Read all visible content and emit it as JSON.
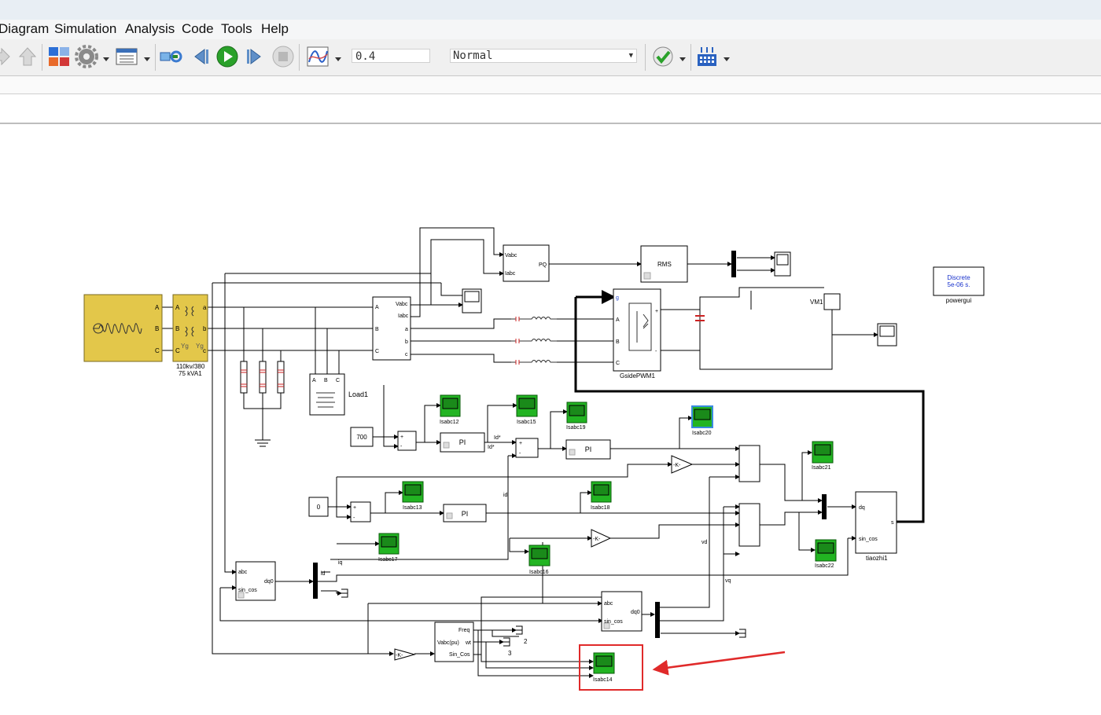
{
  "menu": {
    "items": [
      {
        "label": "Diagram"
      },
      {
        "label": "Simulation"
      },
      {
        "label": "Analysis"
      },
      {
        "label": "Code"
      },
      {
        "label": "Tools"
      },
      {
        "label": "Help"
      }
    ]
  },
  "toolbar": {
    "stop_time": "0.4",
    "sim_mode": "Normal"
  },
  "diagram": {
    "source_transformer": {
      "label_line1": "110kv/380",
      "label_line2": "75 kVA1"
    },
    "port_a": "A",
    "port_b": "B",
    "port_c": "C",
    "port_a_low": "a",
    "port_b_low": "b",
    "port_c_low": "c",
    "port_yg": "Yg",
    "port_yg2": "Yg",
    "meas": {
      "vabc": "Vabc",
      "iabc": "Iabc",
      "a": "a",
      "b": "b",
      "c": "c",
      "A": "A",
      "B": "B",
      "C": "C"
    },
    "pq": {
      "vabc": "Vabc",
      "iabc": "Iabc",
      "pq": "PQ"
    },
    "rms": "RMS",
    "vm1": "VM1",
    "gside": {
      "label": "GsidePWM1",
      "g": "g",
      "a": "A",
      "b": "B",
      "c": "C",
      "plus": "+",
      "minus": "-"
    },
    "load": {
      "label": "Load1",
      "a": "A",
      "b": "B",
      "c": "C"
    },
    "powergui": {
      "line1": "Discrete",
      "line2": "5e-06 s.",
      "label": "powergui"
    },
    "const700": "700",
    "const0": "0",
    "pi1": "PI",
    "pi2": "PI",
    "pi3": "PI",
    "gain1": "-K-",
    "gain2": "-K-",
    "gain3": "-K-",
    "id_star": "Id*",
    "id_star2": "Id*",
    "id": "id",
    "iq": "iq",
    "vd": "vd",
    "vq": "vq",
    "id2": "id",
    "scopes": {
      "s12": "Isabc12",
      "s15": "Isabc15",
      "s19": "Isabc19",
      "s20": "Isabc20",
      "s13": "Isabc13",
      "s18": "Isabc18",
      "s17": "Isabc17",
      "s16": "Isabc16",
      "s21": "Isabc21",
      "s22": "Isabc22",
      "s14": "Isabc14"
    },
    "abc_dq1": {
      "abc": "abc",
      "sincos": "sin_cos",
      "dq0": "dq0"
    },
    "abc_dq2": {
      "abc": "abc",
      "sincos": "sin_cos",
      "dq0": "dq0"
    },
    "pll": {
      "freq": "Freq",
      "vabc": "Vabc(pu)",
      "wt": "wt",
      "sincos": "Sin_Cos"
    },
    "tiaozhi": {
      "dq": "dq",
      "sincos": "sin_cos",
      "s": "s",
      "label": "tiaozhi1"
    },
    "num2": "2",
    "num3": "3",
    "sum_signs": {
      "plus": "+",
      "minus": "-"
    }
  },
  "colors": {
    "scope_green": "#22b422",
    "source_yellow": "#e3c74a",
    "highlight_red": "#e02a2a",
    "annotation_arrow": "#e02a2a",
    "powergui_text": "#1a33cc"
  }
}
